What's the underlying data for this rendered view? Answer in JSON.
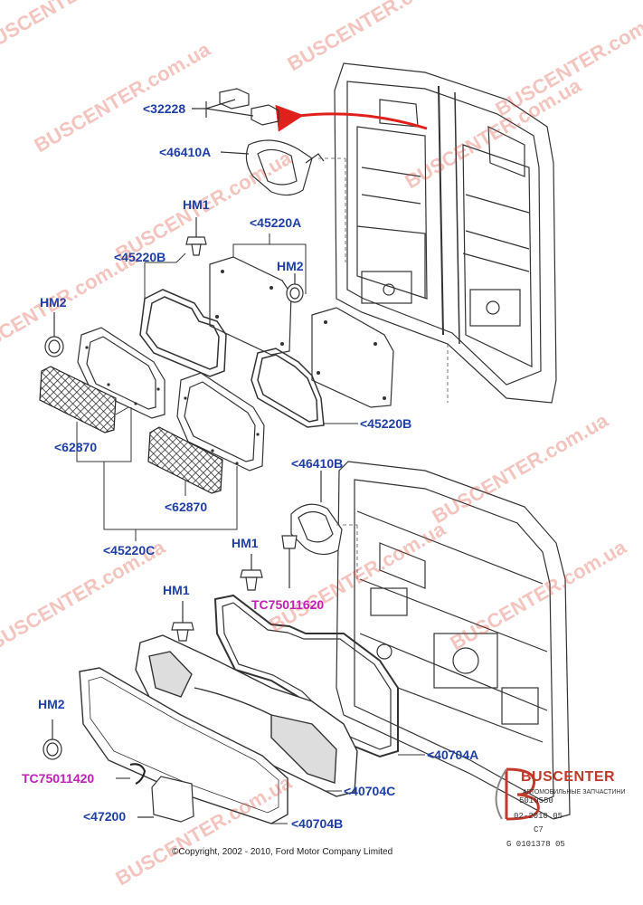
{
  "labels": {
    "p32228": "<32228",
    "p46410A": "<46410A",
    "hm1_top": "HM1",
    "p45220A": "<45220A",
    "p45220B_top": "<45220B",
    "hm2_mid": "HM2",
    "hm2_left": "HM2",
    "p45220B_bot": "<45220B",
    "p62870_left": "<62870",
    "p62870_right": "<62870",
    "p46410B": "<46410B",
    "p45220C": "<45220C",
    "hm1_mid": "HM1",
    "tc_upper": "TC75011620",
    "hm1_low": "HM1",
    "hm2_low": "HM2",
    "p40704A": "<40704A",
    "tc_lower": "TC75011420",
    "p40704C": "<40704C",
    "p47200": "<47200",
    "p40704B": "<40704B"
  },
  "copyright": "©Copyright, 2002 - 2010, Ford Motor Company Limited",
  "reference": {
    "line1": "5010550",
    "line2": "02-2010.05",
    "line3": "C7",
    "line4": "G 0101378 05"
  },
  "branding": {
    "name": "BUSCENTER",
    "subtitle": "АВТОМОБИЛЬНЫЕ ЗАПЧАСТИНИ"
  },
  "watermark": "BUSCENTER.com.ua",
  "colors": {
    "part_label": "#1f3fa8",
    "tool_label": "#c01fb8",
    "arrow": "#e0201a",
    "watermark": "#dc3c28"
  }
}
